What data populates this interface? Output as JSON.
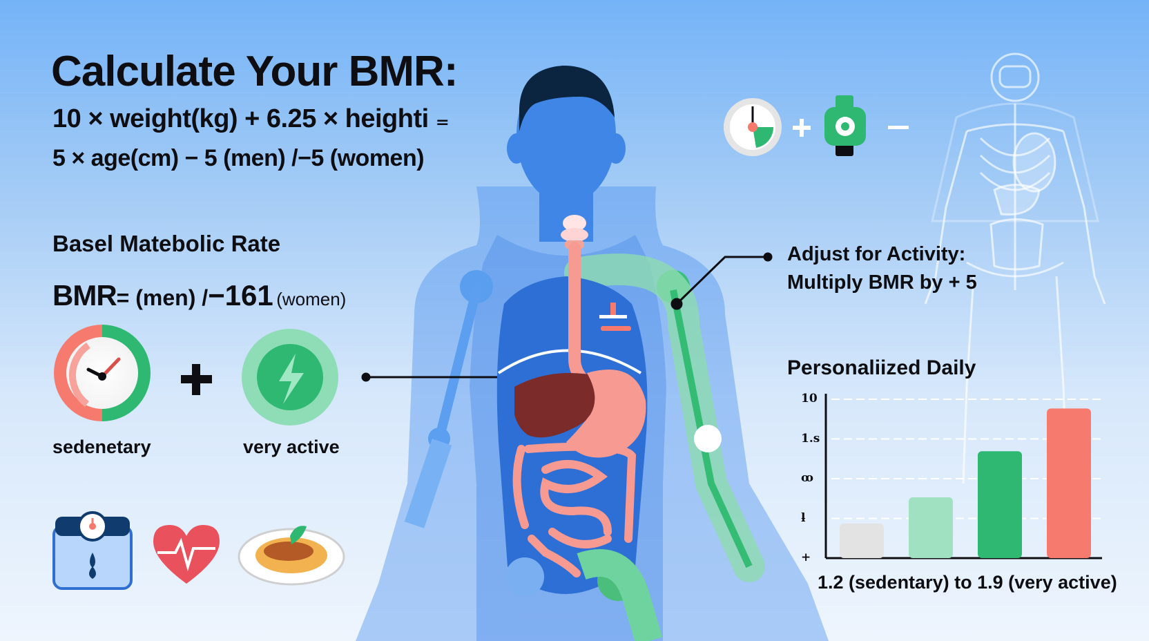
{
  "title": "Calculate Your BMR:",
  "formula_line1": "10 × weight(kg) + 6.25 × heighti ₌",
  "formula_line2": "5 × age(cm) − 5 (men) /−5 (women)",
  "subtitle": "Basel Matebolic Rate",
  "bmr": {
    "label": "BMR",
    "eq": "= (men) /",
    "num": "−161",
    "women": "(women)"
  },
  "activity_labels": {
    "sedentary": "sedenetary",
    "active": "very active"
  },
  "adjust": {
    "line1": "Adjust for Activity:",
    "line2": "Multiply BMR by + 5"
  },
  "chart_data": {
    "type": "bar",
    "title": "Personaliized Daily",
    "xlabel": "1.2 (sedentary) to 1.9 (very active)",
    "y_tick_labels": [
      "10",
      "1.ѕ",
      "ꝏ",
      "ƚ",
      "+"
    ],
    "values": [
      0.21,
      0.37,
      0.65,
      0.91
    ],
    "colors": [
      "#e3e3e3",
      "#9fe1c0",
      "#2fb872",
      "#f77a6e"
    ],
    "ylim": [
      0,
      1
    ],
    "grid": true
  },
  "colors": {
    "body": "#5f9ff2",
    "green": "#2fb872",
    "red": "#f77a6e",
    "navy": "#0f2744"
  },
  "icons": [
    "gauge-icon",
    "lightning-icon",
    "scale-icon",
    "heart-pulse-icon",
    "food-plate-icon",
    "timer-icon",
    "fitness-watch-icon",
    "skeleton-icon"
  ]
}
